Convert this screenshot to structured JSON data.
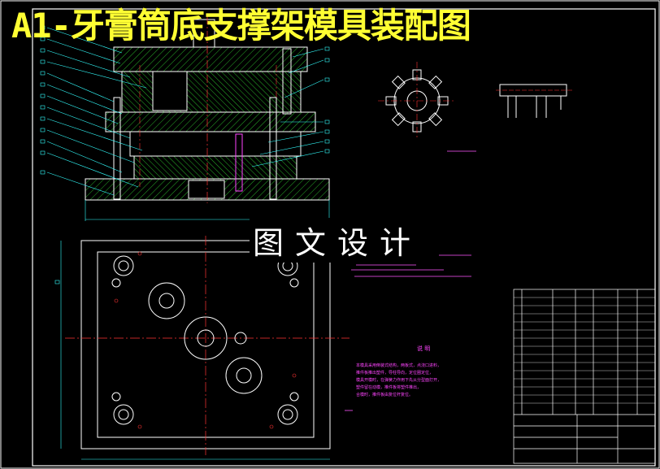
{
  "title": "A1-牙膏筒底支撑架模具装配图",
  "watermark": "图文设计",
  "notes": {
    "heading": "说 明",
    "lines": [
      "本模具采用倒装式结构，两板式，点浇口进料，",
      "推件板推出塑件，导柱导向，定位圈定位，",
      "模具开模时，在弹簧力作用下先从分型面打开，",
      "塑件留在动模，推件板将塑件推出，",
      "合模时，推件板由复位杆复位。"
    ]
  },
  "colors": {
    "background": "#000000",
    "outline": "#ffffff",
    "hatch": "#33dd33",
    "centerline": "#ff3333",
    "dimension": "#33ffff",
    "text_accent": "#ffff33",
    "magenta": "#ff44ff"
  }
}
